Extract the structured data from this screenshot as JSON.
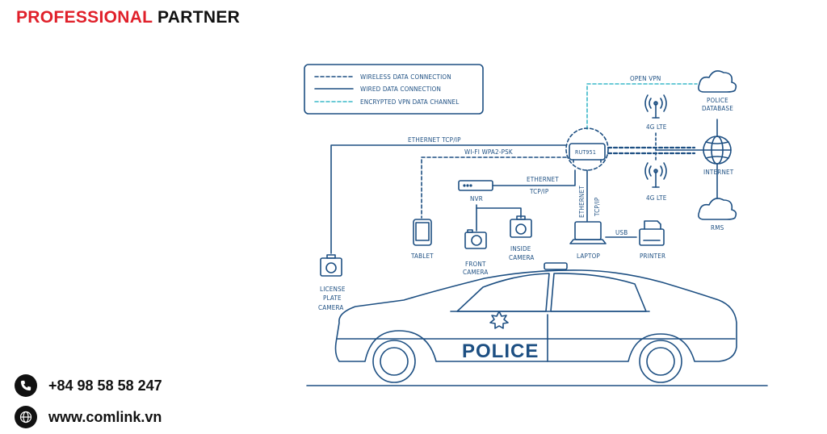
{
  "brand": {
    "word1": "PROFESSIONAL",
    "word2": "PARTNER"
  },
  "contact": {
    "phone": "+84 98 58 58 247",
    "website": "www.comlink.vn"
  },
  "legend": {
    "wireless": "WIRELESS DATA CONNECTION",
    "wired": "WIRED DATA CONNECTION",
    "vpn": "ENCRYPTED VPN DATA CHANNEL"
  },
  "connections": {
    "ethernet_tcpip": "ETHERNET  TCP/IP",
    "wifi": "WI-FI   WPA2-PSK",
    "ethernet": "ETHERNET",
    "tcpip": "TCP/IP",
    "usb": "USB",
    "open_vpn": "OPEN VPN"
  },
  "router": {
    "label": "RUT951"
  },
  "nodes": {
    "lte_top": "4G LTE",
    "lte_bottom": "4G LTE",
    "police_db_1": "POLICE",
    "police_db_2": "DATABASE",
    "internet": "INTERNET",
    "rms": "RMS",
    "nvr": "NVR",
    "tablet": "TABLET",
    "front_cam_1": "FRONT",
    "front_cam_2": "CAMERA",
    "inside_cam_1": "INSIDE",
    "inside_cam_2": "CAMERA",
    "laptop": "LAPTOP",
    "printer": "PRINTER",
    "lp_cam_1": "LICENSE",
    "lp_cam_2": "PLATE",
    "lp_cam_3": "CAMERA"
  },
  "car": {
    "label": "POLICE"
  },
  "colors": {
    "line": "#1d4f82",
    "vpn": "#3ab8c8",
    "brand_red": "#e0202a"
  },
  "icons": [
    "phone-icon",
    "globe-icon",
    "cloud-icon",
    "antenna-icon",
    "globe-network-icon",
    "camera-icon",
    "tablet-icon",
    "laptop-icon",
    "printer-icon",
    "router-icon",
    "police-car"
  ]
}
